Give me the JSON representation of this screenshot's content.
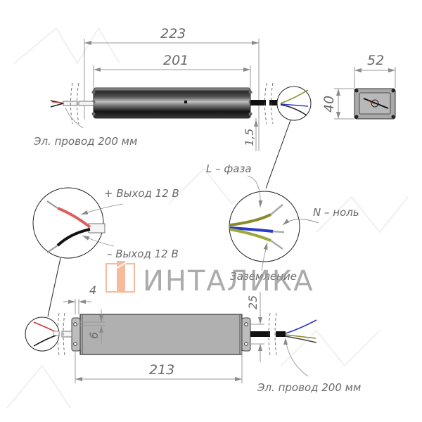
{
  "top_view": {
    "dim_overall": "223",
    "dim_body": "201",
    "dim_cable_offset": "1,5",
    "label_cable": "Эл. провод 200 мм"
  },
  "end_view": {
    "dim_width": "52",
    "dim_height": "40"
  },
  "detail_output": {
    "label_plus": "+ Выход 12 В",
    "label_minus": "– Выход 12 В",
    "wire_colors": {
      "plus": "#d9605e",
      "minus": "#111111"
    }
  },
  "detail_input": {
    "label_phase": "L – фаза",
    "label_neutral": "N – ноль",
    "label_ground": "Заземление",
    "wire_colors": {
      "phase": "#8a8a2a",
      "neutral": "#2a3ac8",
      "ground": "#9aaa3a"
    }
  },
  "bottom_view": {
    "dim_tab": "4",
    "dim_hole": "6",
    "dim_mount_spacing": "25",
    "dim_mount_length": "213",
    "label_cable": "Эл. провод 200 мм"
  },
  "watermark": {
    "brand": "ИНТАЛИКА",
    "accent_color": "#f4a37c"
  }
}
